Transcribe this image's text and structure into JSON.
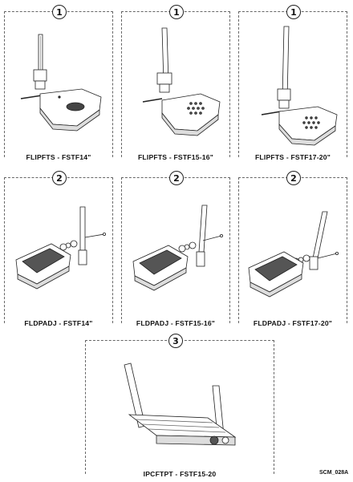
{
  "panels": [
    {
      "callout": "1",
      "caption": "FLIPFTS - FSTF14\"",
      "part": "flip-up footplate"
    },
    {
      "callout": "1",
      "caption": "FLIPFTS - FSTF15-16\"",
      "part": "flip-up footplate"
    },
    {
      "callout": "1",
      "caption": "FLIPFTS - FSTF17-20\"",
      "part": "flip-up footplate"
    },
    {
      "callout": "2",
      "caption": "FLDPADJ - FSTF14\"",
      "part": "adjustable footplate"
    },
    {
      "callout": "2",
      "caption": "FLDPADJ - FSTF15-16\"",
      "part": "adjustable footplate"
    },
    {
      "callout": "2",
      "caption": "FLDPADJ - FSTF17-20\"",
      "part": "adjustable footplate"
    },
    {
      "callout": "3",
      "caption": "IPCFTPT - FSTF15-20",
      "part": "platform footplate"
    }
  ],
  "document_id": "SCM_028A",
  "colors": {
    "line": "#222222",
    "frame": "#666666",
    "shade": "#555555",
    "light": "#f2f2f2"
  }
}
